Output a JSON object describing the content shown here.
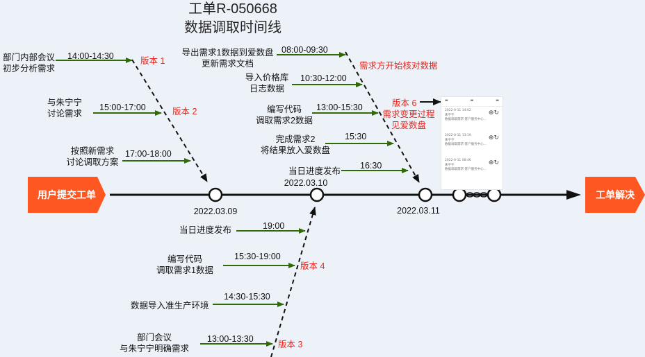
{
  "title": {
    "line1": "工单R-050668",
    "line2": "数据调取时间线"
  },
  "start_label": "用户提交工单",
  "end_label": "工单解决",
  "dates": {
    "d1": "2022.03.09",
    "d2": "2022.03.10",
    "d3": "2022.03.11"
  },
  "events_top": [
    {
      "desc1": "部门内部会议",
      "desc2": "初步分析需求",
      "time": "14:00-14:30"
    },
    {
      "desc1": "与朱宁宁",
      "desc2": "讨论需求",
      "time": "15:00-17:00"
    },
    {
      "desc1": "按照新需求",
      "desc2": "讨论调取方案",
      "time": "17:00-18:00"
    },
    {
      "desc1": "导出需求1数据到爱数盘",
      "desc2": "更新需求文档",
      "time": "08:00-09:30"
    },
    {
      "desc1": "导入价格库",
      "desc2": "日志数据",
      "time": "10:30-12:00"
    },
    {
      "desc1": "编写代码",
      "desc2": "调取需求2数据",
      "time": "13:00-15:30"
    },
    {
      "desc1": "完成需求2",
      "desc2": "将结果放入爱数盘",
      "time": "15:30"
    },
    {
      "desc1": "当日进度发布",
      "time": "16:30"
    }
  ],
  "events_bottom": [
    {
      "desc1": "当日进度发布",
      "time": "19:00"
    },
    {
      "desc1": "编写代码",
      "desc2": "调取需求1数据",
      "time": "15:30-19:00"
    },
    {
      "desc1": "数据导入准生产环境",
      "time": "14:30-15:30"
    },
    {
      "desc1": "部门会议",
      "desc2": "与朱宁宁明确需求",
      "time": "13:00-13:30"
    }
  ],
  "versions": {
    "v1": "版本 1",
    "v2": "版本 2",
    "v3": "版本 3",
    "v4": "版本 4",
    "v6": "版本 6",
    "note_top": "需求方开始核对数据",
    "note_v6_1": "需求变更过程",
    "note_v6_2": "见爱数盘"
  },
  "thumbnail": {
    "items": [
      {
        "date": "2022-0-11 14:02",
        "name": "朱宁宁",
        "path": "数据调取需求-客户服务中心..."
      },
      {
        "date": "2022-0-11 13:19",
        "name": "朱宁宁",
        "path": "数据调取需求-客户服务中心..."
      },
      {
        "date": "2022-0-11 08:46",
        "name": "朱宁宁",
        "path": "数据调取需求-客户服务中心..."
      }
    ]
  },
  "colors": {
    "arrow_green": "#2f6a06",
    "orange": "#ff5722",
    "red_text": "#e52920",
    "axis": "#111111"
  }
}
